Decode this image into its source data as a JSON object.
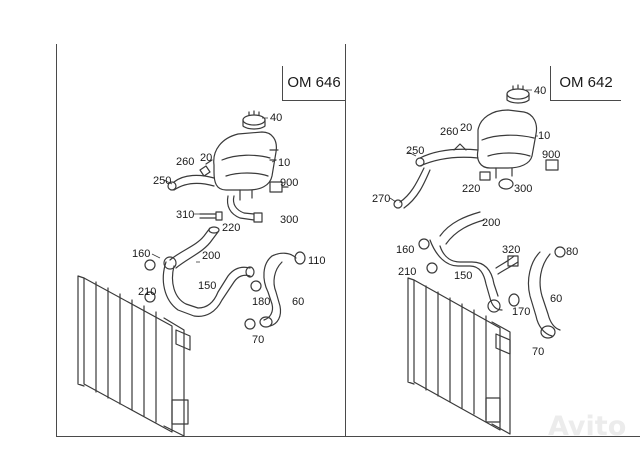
{
  "panels": [
    {
      "engine_code": "OM 646",
      "callouts": [
        "40",
        "20",
        "260",
        "10",
        "250",
        "900",
        "310",
        "220",
        "300",
        "160",
        "200",
        "110",
        "150",
        "210",
        "180",
        "60",
        "70"
      ]
    },
    {
      "engine_code": "OM 642",
      "callouts": [
        "40",
        "20",
        "260",
        "10",
        "250",
        "900",
        "270",
        "220",
        "300",
        "200",
        "160",
        "320",
        "80",
        "210",
        "150",
        "60",
        "170",
        "70"
      ]
    }
  ],
  "watermark": "Avito",
  "colors": {
    "line": "#3a3a3a",
    "background": "#ffffff"
  }
}
